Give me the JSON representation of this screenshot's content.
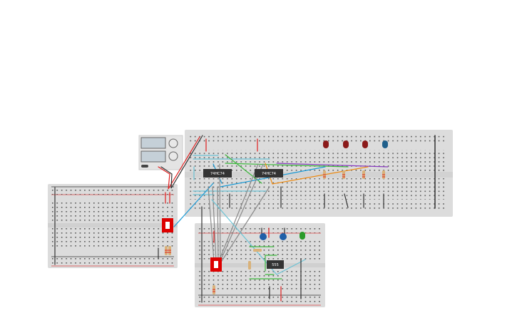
{
  "canvas": {
    "background": "#ffffff"
  },
  "components": {
    "chip_1": {
      "label": "74HC74"
    },
    "chip_2": {
      "label": "74HC74"
    },
    "chip_3": {
      "label": "555"
    }
  },
  "colors": {
    "breadboard": "#dcdcdc",
    "wire_red": "#e02020",
    "wire_black": "#333333",
    "wire_blue": "#1a9ad6",
    "wire_cyan": "#6cc3d5",
    "wire_green": "#3cb83c",
    "wire_orange": "#ee8a10",
    "wire_purple": "#8a3cc0",
    "wire_gray": "#8a8a8a",
    "led_red": "#8b1a1a",
    "led_blue": "#1f5f8b",
    "led_green": "#2a9a2a",
    "capacitor": "#1f5fa8",
    "switch": "#dd0000"
  }
}
